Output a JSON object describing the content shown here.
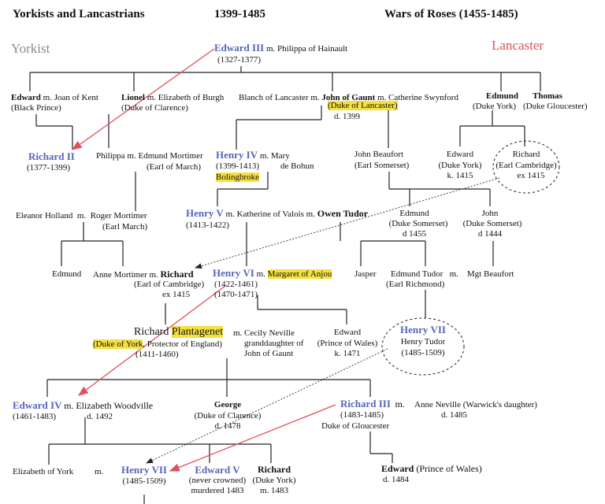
{
  "header": {
    "left": "Yorkists and Lancastrians",
    "middle": "1399-1485",
    "right": "Wars of Roses (1455-1485)",
    "yorkist": "Yorkist",
    "lancaster": "Lancaster"
  },
  "colors": {
    "royal": "#5566b8",
    "highlight": "#f5e040",
    "arrow": "#e0505a",
    "yorkist": "#8a8a8a",
    "lancaster": "#e0505a"
  },
  "gen1": {
    "edward3": "Edward III",
    "m": "m.",
    "philippa": "Philippa of Hainault",
    "dates": "(1327-1377)"
  },
  "gen2": {
    "edward": "Edward",
    "joan": "m. Joan of Kent",
    "black_prince": "(Black Prince)",
    "lionel": "Lionel",
    "elizabeth": "m. Elizabeth of Burgh",
    "clarence": "(Duke of Clarence)",
    "blanch": "Blanch of Lancaster  m.",
    "gaunt": "John of Gaunt",
    "swynford": "m. Catherine Swynford",
    "duke_lancaster": "Duke of Lancaster",
    "gaunt_paren_open": "(",
    "gaunt_paren_close": ")",
    "gaunt_d": "d. 1399",
    "edmund": "Edmund",
    "edmund_title": "(Duke York)",
    "thomas": "Thomas",
    "thomas_title": "(Duke Gloucester)"
  },
  "gen3": {
    "richard2": "Richard II",
    "richard2_dates": "(1377-1399)",
    "philippa": "Philippa  m. Edmund Mortimer",
    "march": "(Earl of March)",
    "henry4": "Henry IV",
    "henry4_m": "m.",
    "mary": "Mary",
    "bohun": "de Bohun",
    "henry4_dates": "(1399-1413)",
    "bolingbroke": "Bolingbroke",
    "beaufort": "John Beaufort",
    "beaufort_title": "(Earl Somerset)",
    "edward_york": "Edward",
    "edward_york_title": "(Duke York)",
    "edward_york_k": "k. 1415",
    "richard_cam": "Richard",
    "richard_cam_title": "(Earl Cambridge)",
    "richard_cam_ex": "ex 1415"
  },
  "gen4": {
    "eleanor": "Eleanor Holland",
    "m1": "m.",
    "roger": "Roger Mortimer",
    "roger_title": "(Earl March)",
    "henry5": "Henry V",
    "katherine": "m. Katherine of Valois  m.",
    "owen": "Owen Tudor",
    "henry5_dates": "(1413-1422)",
    "edmund_s": "Edmund",
    "edmund_s_title": "(Duke Somerset)",
    "edmund_s_d": "d 1455",
    "john_s": "John",
    "john_s_title": "(Duke Somerset)",
    "john_s_d": "d 1444"
  },
  "gen5": {
    "edmund": "Edmund",
    "anne": "Anne Mortimer",
    "anne_m": "m.",
    "richard": "Richard",
    "richard_title": "(Earl of Cambridge)",
    "richard_ex": "ex 1415",
    "henry6": "Henry VI",
    "henry6_m": "m.",
    "margaret": "Margaret of Anjou",
    "henry6_dates1": "(1422-1461)",
    "henry6_dates2": "(1470-1471)",
    "jasper": "Jasper",
    "edmund_tudor": "Edmund Tudor",
    "edmund_tudor_m": "m.",
    "mgt": "Mgt Beaufort",
    "richmond": "(Earl Richmond)"
  },
  "gen6": {
    "richard": "Richard ",
    "plantagenet": "Plantagenet",
    "m": "m.",
    "cecily": "Cecily Neville",
    "gd": "granddaughter of",
    "gaunt": "John of Gaunt",
    "duke_york": "(Duke of York",
    "protector": ", Protector of England)",
    "dates": "(1411-1460)",
    "edward": "Edward",
    "prince": "(Prince of Wales)",
    "k": "k. 1471",
    "henry7": "Henry VII",
    "henry_tudor": "Henry Tudor",
    "henry7_dates": "(1485-1509)"
  },
  "gen7": {
    "edward4": "Edward IV",
    "m": "m.",
    "woodville": "Elizabeth Woodville",
    "edward4_dates": "(1461-1483)",
    "woodville_d": "d. 1492",
    "george": "George",
    "george_title": "(Duke of Clarence)",
    "george_d": "d. 1478",
    "richard3": "Richard III",
    "richard3_m": "m.",
    "anne": "Anne Neville (Warwick's daughter)",
    "richard3_dates": "(1483-1485)",
    "anne_d": "d. 1485",
    "gloucester": "Duke of Gloucester"
  },
  "gen8": {
    "elizabeth": "Elizabeth of York",
    "m": "m.",
    "henry7": "Henry VII",
    "henry7_dates": "(1485-1509)",
    "edward5": "Edward V",
    "edward5_note1": "(never crowned)",
    "edward5_note2": "murdered 1483",
    "richard": "Richard",
    "richard_title": "(Duke York)",
    "richard_m": "m. 1483",
    "edward_pw": "Edward",
    "edward_pw_title": " (Prince of Wales)",
    "edward_pw_d": "d. 1484"
  }
}
